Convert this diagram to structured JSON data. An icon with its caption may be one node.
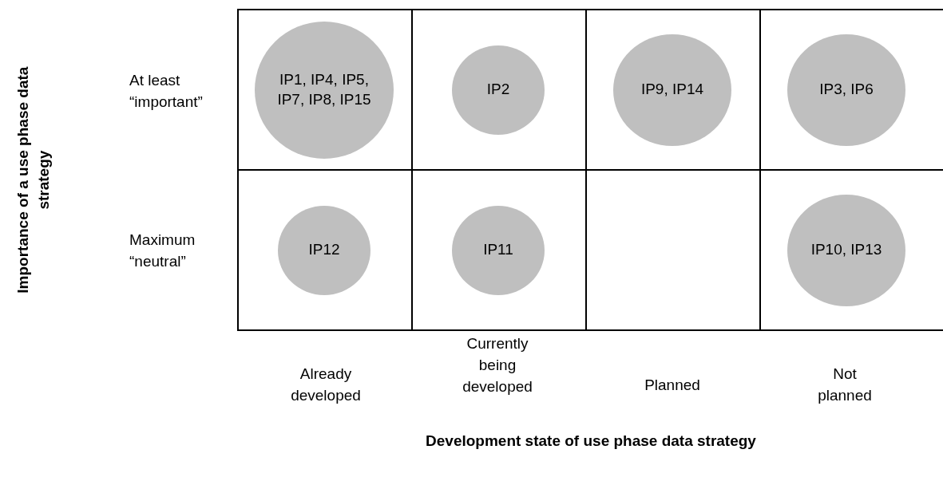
{
  "diagram": {
    "nodes": [
      {
        "text": [],
        "shape": "box"
      },
      {
        "text": [],
        "shape": "box"
      },
      {
        "text": [],
        "shape": "box"
      },
      {
        "text": [],
        "shape": "box"
      },
      {
        "text": [],
        "shape": "box"
      },
      {
        "text": [],
        "shape": "box"
      },
      {
        "text": [],
        "shape": "box"
      },
      {
        "text": [],
        "shape": "box"
      },
      {
        "text": [
          "IP1, IP4, IP5, IP7, IP8, IP15"
        ],
        "in": 0
      },
      {
        "text": [
          "IP2"
        ],
        "in": 1
      },
      {
        "text": [
          "IP9, IP14"
        ],
        "in": 2
      },
      {
        "text": [
          "IP3, IP6"
        ],
        "in": 3
      },
      {
        "text": [
          "IP12"
        ],
        "in": 4
      },
      {
        "text": [
          "IP11"
        ],
        "in": 5
      },
      {
        "text": [
          "IP10, IP13"
        ],
        "in": 7
      }
    ],
    "labels": [
      "Importance of a use phase data strategy",
      "At least “important”",
      "Maximum “neutral”",
      "Already developed",
      "Currently being developed",
      "Planned",
      "Not planned",
      "Development state of use phase data strategy"
    ]
  }
}
